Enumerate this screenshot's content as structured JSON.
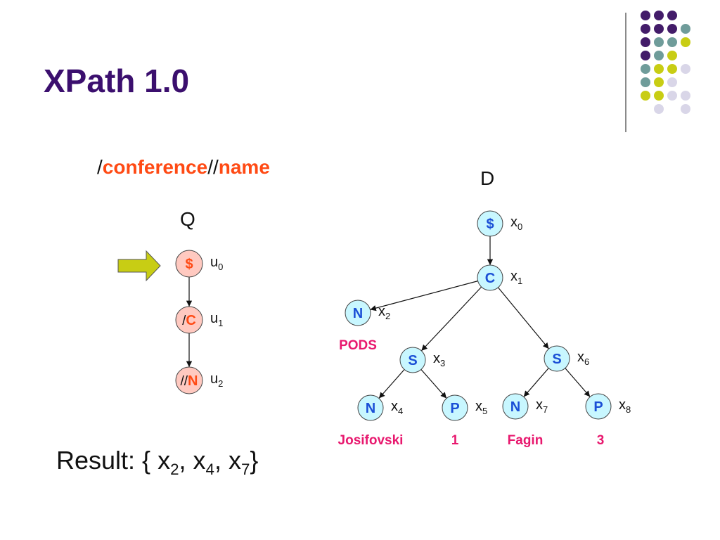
{
  "slide": {
    "title": "XPath 1.0",
    "query": {
      "slash1": "/",
      "step1": "conference",
      "slash2": "//",
      "step2": "name"
    },
    "query_label": "Q",
    "doc_label": "D",
    "result": {
      "prefix": "Result:  { x",
      "s1": "2",
      "c1": ", x",
      "s2": "4",
      "c2": ", x",
      "s3": "7",
      "suffix": "}"
    }
  },
  "colors": {
    "title": "#3b0f6e",
    "keyword": "#ff4a14",
    "query_node_fill": "#ffc9c0",
    "doc_node_fill": "#c8f7ff",
    "doc_node_text": "#1a4fd6",
    "value_text": "#e8186e",
    "arrow": "#c8cd14",
    "dots": {
      "purple": "#431c69",
      "teal": "#6f9c9a",
      "yellow": "#c8cd14",
      "lavender": "#d9d6e8"
    }
  },
  "decor_dots": [
    [
      "purple",
      "purple",
      "purple",
      null
    ],
    [
      "purple",
      "purple",
      "purple",
      "teal"
    ],
    [
      "purple",
      "teal",
      "teal",
      "yellow"
    ],
    [
      "purple",
      "teal",
      "yellow",
      null
    ],
    [
      "teal",
      "yellow",
      "yellow",
      "lavender"
    ],
    [
      "teal",
      "yellow",
      "lavender",
      null
    ],
    [
      "yellow",
      "yellow",
      "lavender",
      "lavender"
    ],
    [
      null,
      "lavender",
      null,
      "lavender"
    ]
  ],
  "query_tree": {
    "pointer_icon": "arrow-right-icon",
    "nodes": [
      {
        "id": "u0",
        "prefix": "",
        "label": "$",
        "var": "u",
        "sub": "0"
      },
      {
        "id": "u1",
        "prefix": "/",
        "label": "C",
        "var": "u",
        "sub": "1"
      },
      {
        "id": "u2",
        "prefix": "//",
        "label": "N",
        "var": "u",
        "sub": "2"
      }
    ],
    "edges": [
      [
        "u0",
        "u1"
      ],
      [
        "u1",
        "u2"
      ]
    ]
  },
  "doc_tree": {
    "nodes": [
      {
        "id": "x0",
        "label": "$",
        "var": "x",
        "sub": "0",
        "value": ""
      },
      {
        "id": "x1",
        "label": "C",
        "var": "x",
        "sub": "1",
        "value": ""
      },
      {
        "id": "x2",
        "label": "N",
        "var": "x",
        "sub": "2",
        "value": "PODS"
      },
      {
        "id": "x3",
        "label": "S",
        "var": "x",
        "sub": "3",
        "value": ""
      },
      {
        "id": "x4",
        "label": "N",
        "var": "x",
        "sub": "4",
        "value": "Josifovski"
      },
      {
        "id": "x5",
        "label": "P",
        "var": "x",
        "sub": "5",
        "value": "1"
      },
      {
        "id": "x6",
        "label": "S",
        "var": "x",
        "sub": "6",
        "value": ""
      },
      {
        "id": "x7",
        "label": "N",
        "var": "x",
        "sub": "7",
        "value": "Fagin"
      },
      {
        "id": "x8",
        "label": "P",
        "var": "x",
        "sub": "8",
        "value": "3"
      }
    ],
    "edges": [
      [
        "x0",
        "x1"
      ],
      [
        "x1",
        "x2"
      ],
      [
        "x1",
        "x3"
      ],
      [
        "x1",
        "x6"
      ],
      [
        "x3",
        "x4"
      ],
      [
        "x3",
        "x5"
      ],
      [
        "x6",
        "x7"
      ],
      [
        "x6",
        "x8"
      ]
    ]
  }
}
